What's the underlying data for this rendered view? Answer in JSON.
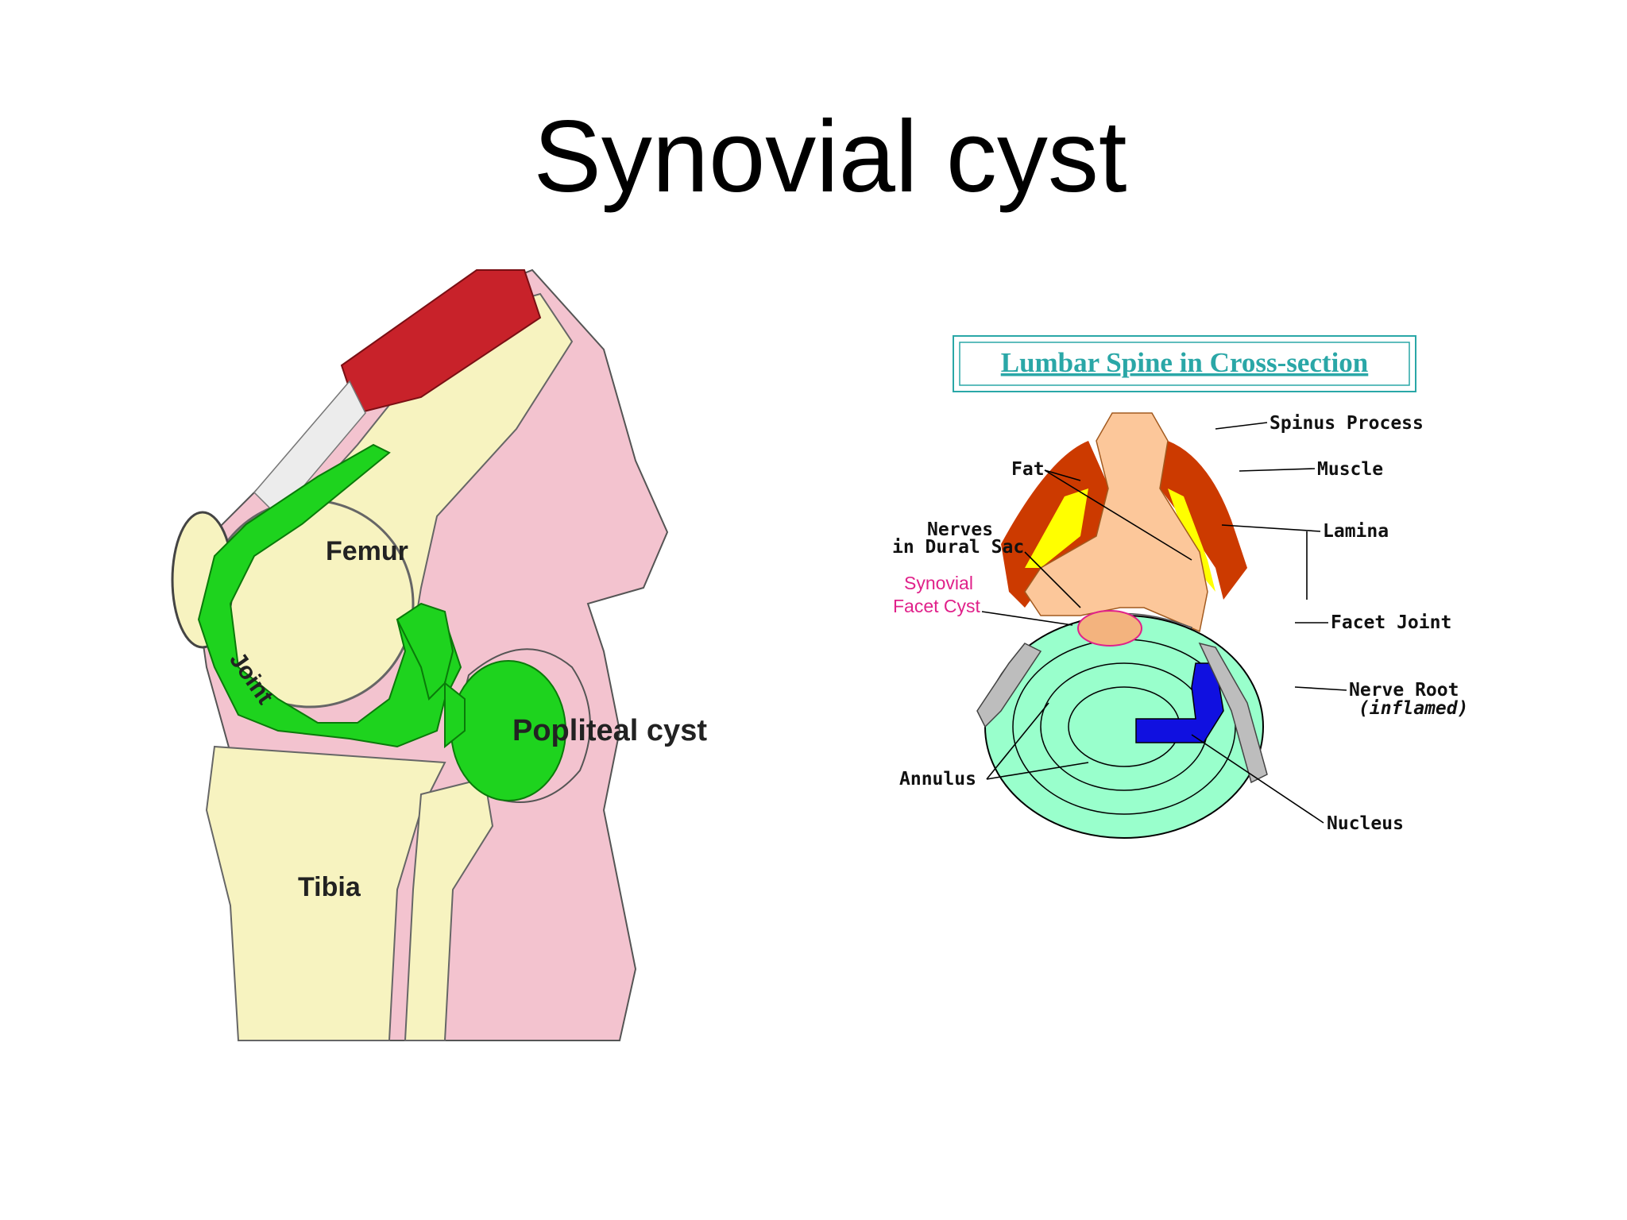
{
  "slide": {
    "title": "Synovial cyst"
  },
  "knee_diagram": {
    "labels": {
      "femur": "Femur",
      "tibia": "Tibia",
      "joint": "Joint",
      "popliteal_cyst": "Popliteal cyst"
    },
    "colors": {
      "bone": "#f7f3c0",
      "synovial_fluid": "#1ed31e",
      "soft_tissue": "#f3c3cf",
      "muscle": "#c8222a"
    }
  },
  "spine_diagram": {
    "title": "Lumbar Spine in Cross-section",
    "labels": {
      "spinus_process": "Spinus Process",
      "muscle": "Muscle",
      "fat": "Fat",
      "lamina": "Lamina",
      "nerves_line1": "Nerves",
      "nerves_line2": "in Dural Sac",
      "synovial_line1": "Synovial",
      "synovial_line2": "Facet Cyst",
      "facet_joint": "Facet Joint",
      "nerve_root": "Nerve Root",
      "inflamed": "(inflamed)",
      "annulus": "Annulus",
      "nucleus": "Nucleus"
    },
    "colors": {
      "title": "#2aa7a7",
      "bone": "#fcc79a",
      "muscle": "#cc3a00",
      "fat": "#ffff00",
      "annulus": "#99ffcc",
      "nucleus": "#1010e0",
      "cyst_label": "#e0218a"
    }
  }
}
